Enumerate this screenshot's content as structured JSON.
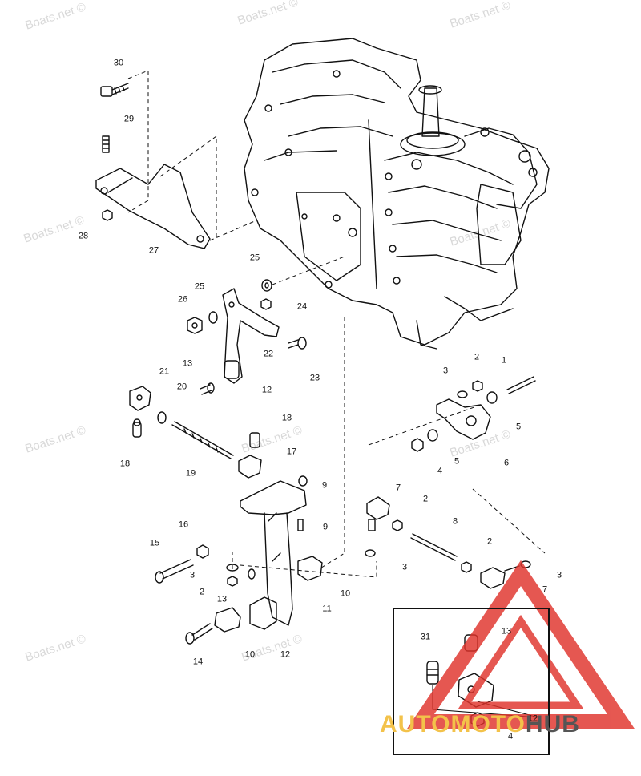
{
  "watermark": "Boats.net ©",
  "logo": {
    "part1": "AUTOMOTO",
    "part2": "HUB",
    "color_primary": "#e0332b",
    "color_text1": "#f3c24a",
    "color_text2": "#555555"
  },
  "callouts": {
    "c30": "30",
    "c29": "29",
    "c28": "28",
    "c27": "27",
    "c25a": "25",
    "c25b": "25",
    "c26": "26",
    "c24": "24",
    "c22": "22",
    "c23": "23",
    "c13a": "13",
    "c21": "21",
    "c20": "20",
    "c12a": "12",
    "c18a": "18",
    "c18b": "18",
    "c19": "19",
    "c17": "17",
    "c9a": "9",
    "c9b": "9",
    "c16": "16",
    "c15": "15",
    "c3a": "3",
    "c2a": "2",
    "c13b": "13",
    "c10a": "10",
    "c11": "11",
    "c14": "14",
    "c10b": "10",
    "c12b": "12",
    "c2b": "2",
    "c1": "1",
    "c3b": "3",
    "c5a": "5",
    "c6": "6",
    "c5b": "5",
    "c4a": "4",
    "c7a": "7",
    "c2c": "2",
    "c8": "8",
    "c2d": "2",
    "c3c": "3",
    "c3d": "3",
    "c7b": "7",
    "c31": "31",
    "c13c": "13",
    "c12c": "12",
    "c4b": "4"
  }
}
